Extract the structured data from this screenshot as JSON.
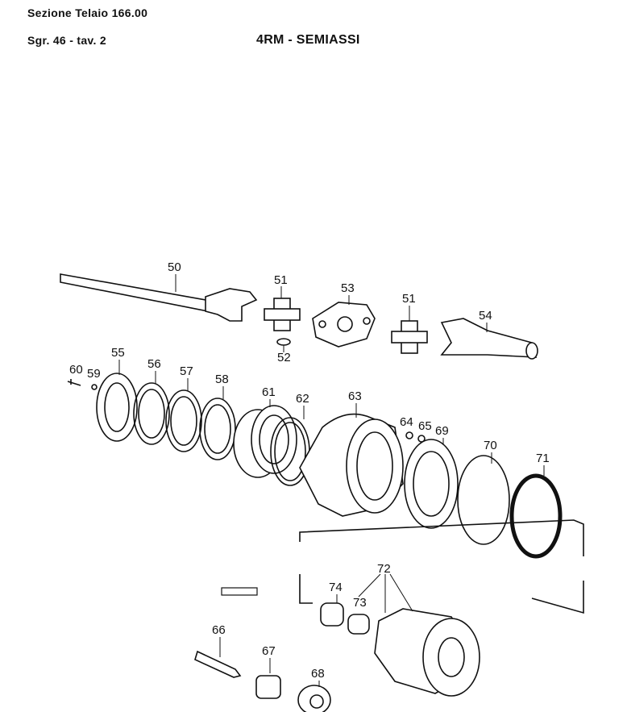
{
  "header": {
    "section": "Sezione  Telaio  166.00",
    "subgroup": "Sgr. 46 - tav. 2",
    "title": "4RM  -  SEMIASSI"
  },
  "stamp": "▪▪ ▪ ▪▪",
  "part_labels": [
    "50",
    "51",
    "52",
    "53",
    "51",
    "54",
    "55",
    "56",
    "57",
    "58",
    "59",
    "60",
    "61",
    "62",
    "63",
    "64",
    "65",
    "69",
    "70",
    "71",
    "72",
    "73",
    "74",
    "66",
    "67",
    "68"
  ]
}
